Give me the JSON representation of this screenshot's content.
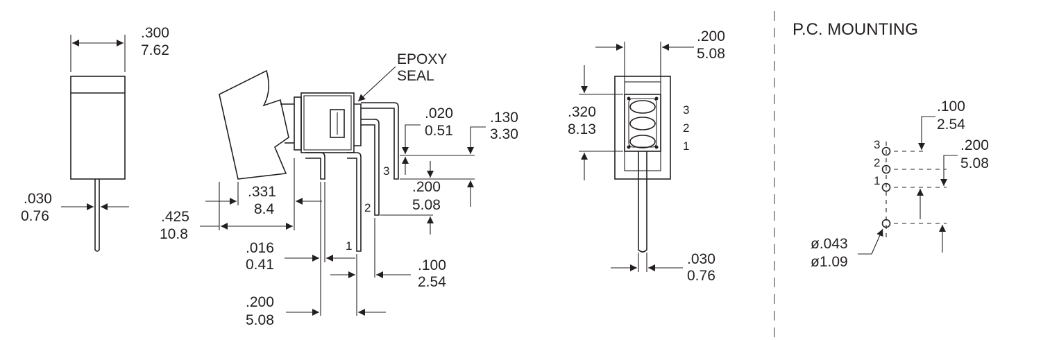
{
  "section_title": "P.C. MOUNTING",
  "callout": {
    "line1": "EPOXY",
    "line2": "SEAL"
  },
  "dims": {
    "width_in": ".300",
    "width_mm": "7.62",
    "pin_w_in": ".030",
    "pin_w_mm": "0.76",
    "rocker_in": ".331",
    "rocker_mm": "8.4",
    "overall_in": ".425",
    "overall_mm": "10.8",
    "pin_t_in": ".016",
    "pin_t_mm": "0.41",
    "pitch_in": ".200",
    "pitch_mm": "5.08",
    "gap_in": ".020",
    "gap_mm": "0.51",
    "len_in": ".130",
    "len_mm": "3.30",
    "off_in": ".100",
    "off_mm": "2.54",
    "height_in": ".320",
    "height_mm": "8.13",
    "hole_in": "ø.043",
    "hole_mm": "ø1.09"
  },
  "pins": {
    "p1": "1",
    "p2": "2",
    "p3": "3"
  }
}
